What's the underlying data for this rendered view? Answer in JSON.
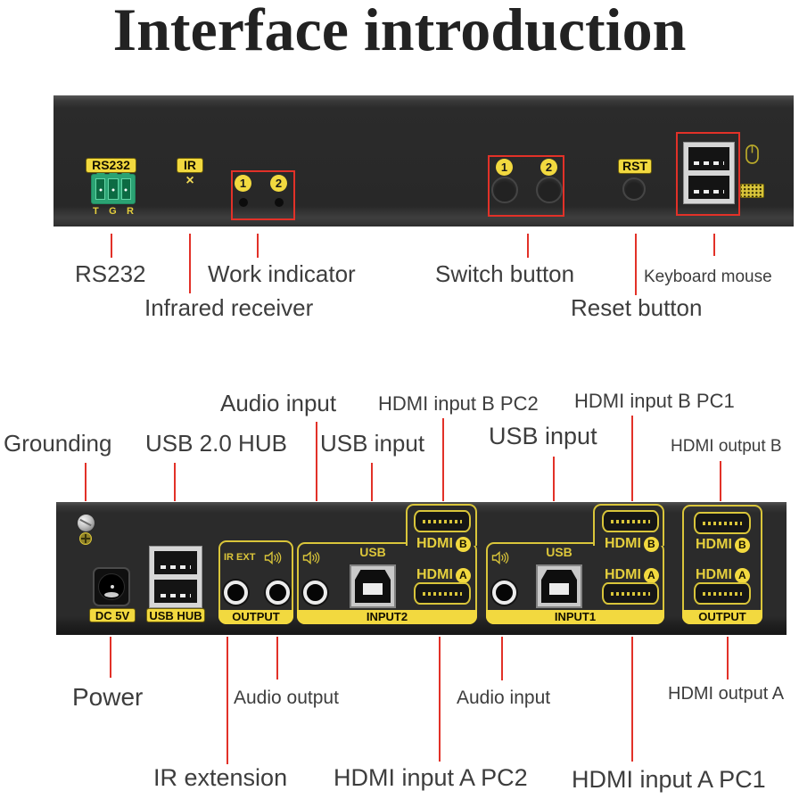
{
  "title": "Interface introduction",
  "colors": {
    "accent_red": "#e23128",
    "label_yellow": "#f2d93f",
    "port_yellow": "#d9c53a",
    "terminal_green": "#2ba273",
    "panel_dark": "#2b2b2b"
  },
  "front": {
    "rs232_label": "RS232",
    "pin_t": "T",
    "pin_g": "G",
    "pin_r": "R",
    "ir_label": "IR",
    "ir_mark": "×",
    "num1": "1",
    "num2": "2",
    "rst_label": "RST",
    "callouts": {
      "rs232": "RS232",
      "infrared": "Infrared receiver",
      "work": "Work indicator",
      "switch": "Switch button",
      "reset": "Reset button",
      "keyboard_mouse": "Keyboard mouse"
    }
  },
  "back": {
    "dc_label": "DC 5V",
    "usb_hub_label": "USB HUB",
    "ir_ext_label": "IR EXT",
    "usb_label": "USB",
    "hdmi_label": "HDMI",
    "badge_a": "A",
    "badge_b": "B",
    "output_left_label": "OUTPUT",
    "input2_label": "INPUT2",
    "input1_label": "INPUT1",
    "output_right_label": "OUTPUT",
    "callouts_top": {
      "audio_input": "Audio input",
      "hdmi_input_b_pc2": "HDMI input B PC2",
      "hdmi_input_b_pc1": "HDMI input B PC1",
      "grounding": "Grounding",
      "usb_hub": "USB 2.0 HUB",
      "usb_input_1": "USB input",
      "usb_input_2": "USB input",
      "hdmi_output_b": "HDMI output B"
    },
    "callouts_bottom": {
      "power": "Power",
      "audio_output": "Audio output",
      "ir_extension": "IR extension",
      "hdmi_input_a_pc2": "HDMI input A PC2",
      "audio_input": "Audio input",
      "hdmi_input_a_pc1": "HDMI input A PC1",
      "hdmi_output_a": "HDMI output A"
    }
  }
}
